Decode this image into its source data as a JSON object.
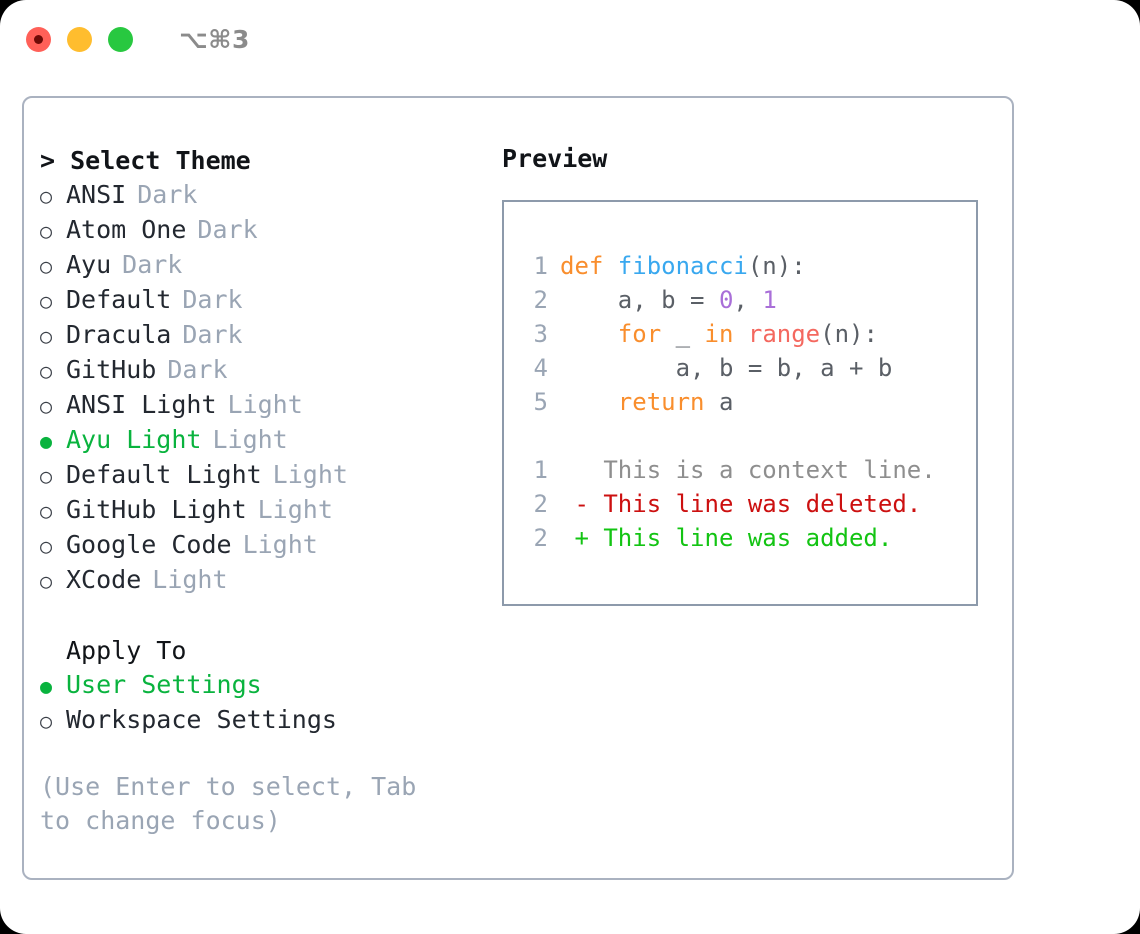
{
  "titlebar": {
    "shortcut": "⌥⌘3",
    "lights": [
      "close",
      "minimize",
      "zoom"
    ]
  },
  "theme_section": {
    "header": "> Select Theme",
    "items": [
      {
        "marker": "○",
        "label": "ANSI",
        "badge": "Dark",
        "selected": false
      },
      {
        "marker": "○",
        "label": "Atom One",
        "badge": "Dark",
        "selected": false
      },
      {
        "marker": "○",
        "label": "Ayu",
        "badge": "Dark",
        "selected": false
      },
      {
        "marker": "○",
        "label": "Default",
        "badge": "Dark",
        "selected": false
      },
      {
        "marker": "○",
        "label": "Dracula",
        "badge": "Dark",
        "selected": false
      },
      {
        "marker": "○",
        "label": "GitHub",
        "badge": "Dark",
        "selected": false
      },
      {
        "marker": "○",
        "label": "ANSI Light",
        "badge": "Light",
        "selected": false
      },
      {
        "marker": "●",
        "label": "Ayu Light",
        "badge": "Light",
        "selected": true
      },
      {
        "marker": "○",
        "label": "Default Light",
        "badge": "Light",
        "selected": false
      },
      {
        "marker": "○",
        "label": "GitHub Light",
        "badge": "Light",
        "selected": false
      },
      {
        "marker": "○",
        "label": "Google Code",
        "badge": "Light",
        "selected": false
      },
      {
        "marker": "○",
        "label": "XCode",
        "badge": "Light",
        "selected": false
      }
    ]
  },
  "apply_section": {
    "header": "Apply To",
    "items": [
      {
        "marker": "●",
        "label": "User Settings",
        "selected": true
      },
      {
        "marker": "○",
        "label": "Workspace Settings",
        "selected": false
      }
    ]
  },
  "hint": "(Use Enter to select, Tab to change focus)",
  "preview": {
    "header": "Preview",
    "code_lines": [
      {
        "no": "1",
        "tokens": [
          {
            "t": "def ",
            "c": "kw"
          },
          {
            "t": "fibonacci",
            "c": "fn"
          },
          {
            "t": "(n):",
            "c": "pl"
          }
        ]
      },
      {
        "no": "2",
        "tokens": [
          {
            "t": "    a, b = ",
            "c": "pl"
          },
          {
            "t": "0",
            "c": "num"
          },
          {
            "t": ", ",
            "c": "pl"
          },
          {
            "t": "1",
            "c": "num"
          }
        ]
      },
      {
        "no": "3",
        "tokens": [
          {
            "t": "    ",
            "c": "pl"
          },
          {
            "t": "for",
            "c": "kw"
          },
          {
            "t": " _ ",
            "c": "pl"
          },
          {
            "t": "in",
            "c": "kw"
          },
          {
            "t": " ",
            "c": "pl"
          },
          {
            "t": "range",
            "c": "bi"
          },
          {
            "t": "(n):",
            "c": "pl"
          }
        ]
      },
      {
        "no": "4",
        "tokens": [
          {
            "t": "        a, b = b, a + b",
            "c": "pl"
          }
        ]
      },
      {
        "no": "5",
        "tokens": [
          {
            "t": "    ",
            "c": "pl"
          },
          {
            "t": "return",
            "c": "kw"
          },
          {
            "t": " a",
            "c": "pl"
          }
        ]
      }
    ],
    "diff_lines": [
      {
        "no": "1",
        "sign": " ",
        "text": "This is a context line.",
        "kind": "ctx"
      },
      {
        "no": "2",
        "sign": "-",
        "text": "This line was deleted.",
        "kind": "del"
      },
      {
        "no": "2",
        "sign": "+",
        "text": "This line was added.",
        "kind": "add"
      }
    ]
  }
}
